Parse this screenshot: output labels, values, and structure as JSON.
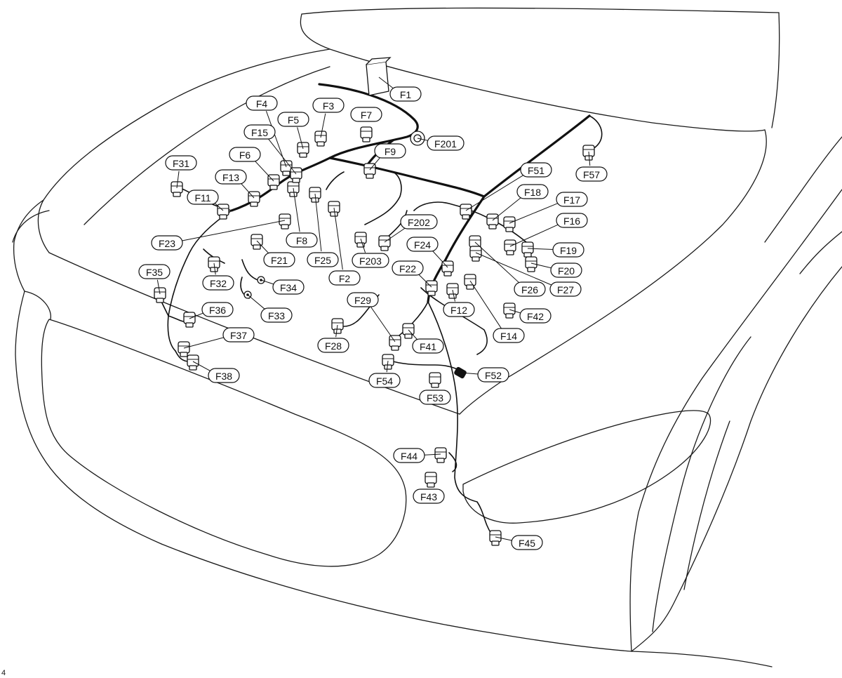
{
  "diagram": {
    "labels": [
      "F1",
      "F2",
      "F3",
      "F4",
      "F5",
      "F6",
      "F7",
      "F8",
      "F9",
      "F11",
      "F12",
      "F13",
      "F14",
      "F15",
      "F16",
      "F17",
      "F18",
      "F19",
      "F20",
      "F21",
      "F22",
      "F23",
      "F24",
      "F25",
      "F26",
      "F27",
      "F28",
      "F29",
      "F31",
      "F32",
      "F33",
      "F34",
      "F35",
      "F36",
      "F37",
      "F38",
      "F41",
      "F42",
      "F43",
      "F44",
      "F45",
      "F51",
      "F52",
      "F53",
      "F54",
      "F57",
      "F201",
      "F202",
      "F203"
    ],
    "corner_mark": "4"
  }
}
